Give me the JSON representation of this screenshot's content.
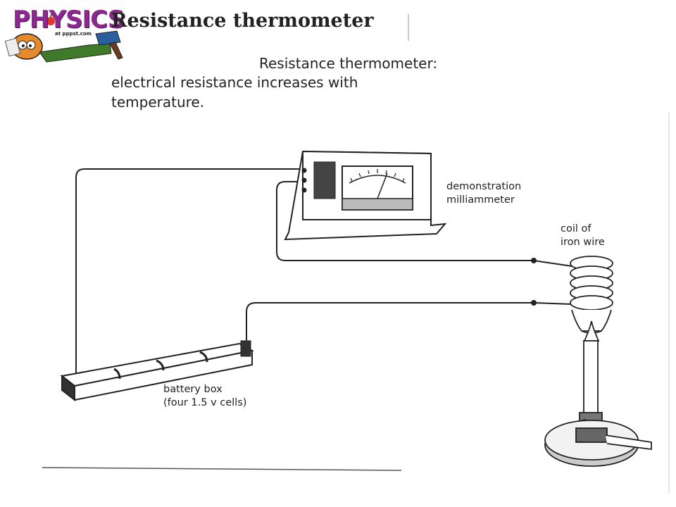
{
  "logo": {
    "word": "PHYSICS",
    "sub": "at pppst.com"
  },
  "title": "Resistance thermometer",
  "subtitle": "Resistance thermometer:",
  "description": [
    "electrical resistance increases with",
    "temperature."
  ],
  "labels": {
    "meter": [
      "demonstration",
      "milliammeter"
    ],
    "coil": [
      "coil of",
      "iron wire"
    ],
    "battery": [
      "battery box",
      "(four 1.5 v cells)"
    ]
  }
}
